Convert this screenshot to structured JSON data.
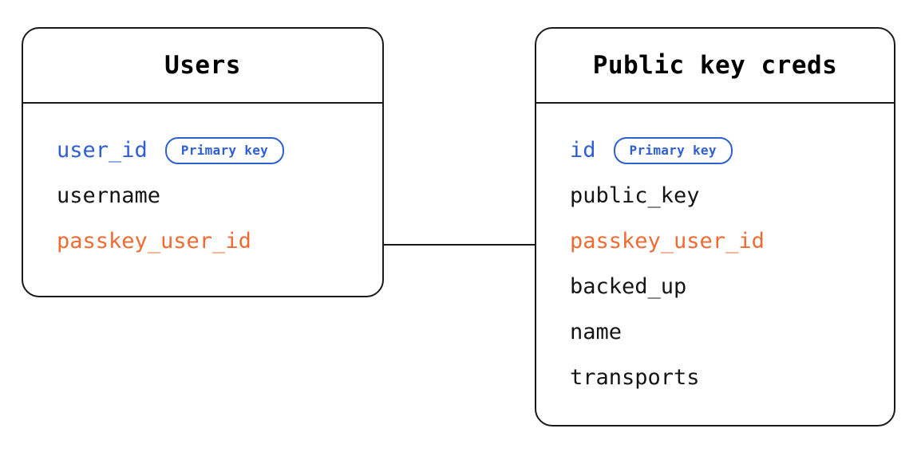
{
  "diagram": {
    "type": "entity-relationship-diagram",
    "colors": {
      "stroke": "#1a1a1a",
      "text_default": "#151515",
      "primary_key_blue": "#2f5fd0",
      "foreign_key_orange": "#ee6c33",
      "background": "#ffffff"
    },
    "entities": [
      {
        "id": "users",
        "title": "Users",
        "fields": [
          {
            "name": "user_id",
            "color": "c-primary",
            "badge": "Primary key"
          },
          {
            "name": "username",
            "color": "c-default",
            "badge": null
          },
          {
            "name": "passkey_user_id",
            "color": "c-foreign",
            "badge": null
          }
        ]
      },
      {
        "id": "public_key_creds",
        "title": "Public key creds",
        "fields": [
          {
            "name": "id",
            "color": "c-primary",
            "badge": "Primary key"
          },
          {
            "name": "public_key",
            "color": "c-default",
            "badge": null
          },
          {
            "name": "passkey_user_id",
            "color": "c-foreign",
            "badge": null
          },
          {
            "name": "backed_up",
            "color": "c-default",
            "badge": null
          },
          {
            "name": "name",
            "color": "c-default",
            "badge": null
          },
          {
            "name": "transports",
            "color": "c-default",
            "badge": null
          }
        ]
      }
    ],
    "relationships": [
      {
        "id": "users-to-public-key-creds",
        "from_entity": "users",
        "from_field": "passkey_user_id",
        "to_entity": "public_key_creds",
        "to_field": "passkey_user_id"
      }
    ]
  }
}
